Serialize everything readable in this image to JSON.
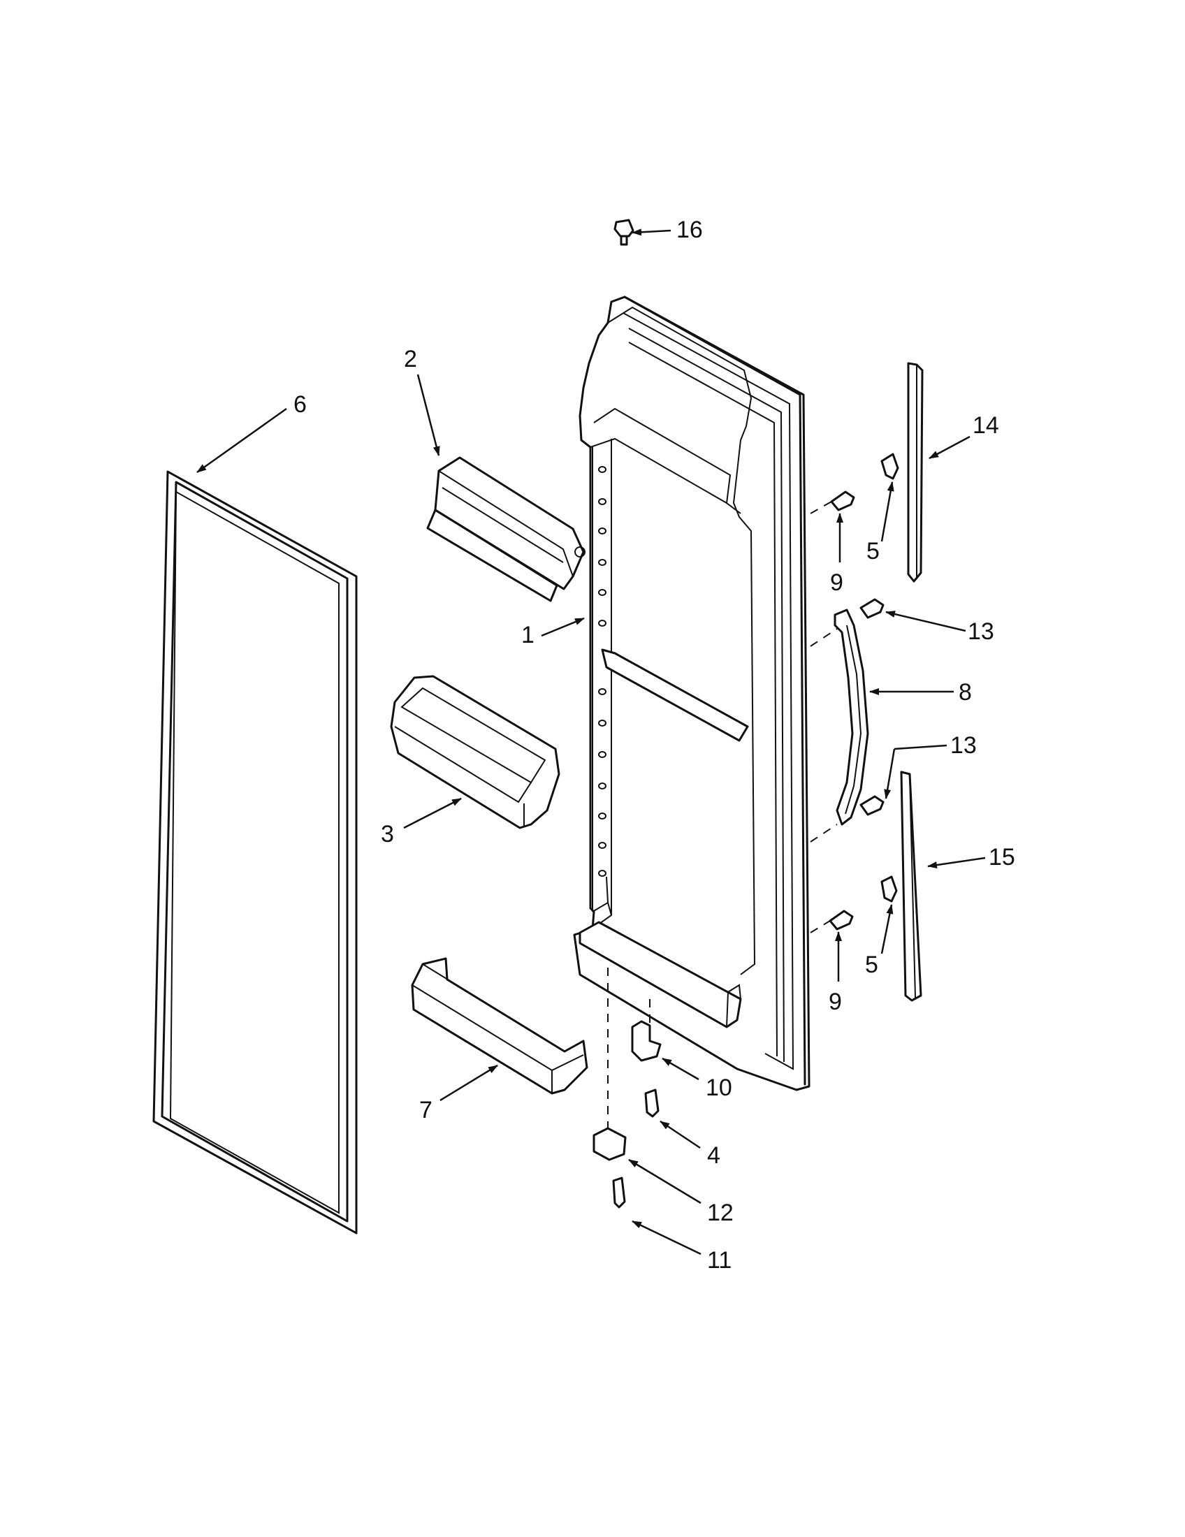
{
  "callouts": [
    {
      "id": "c1",
      "text": "1"
    },
    {
      "id": "c2",
      "text": "2"
    },
    {
      "id": "c3",
      "text": "3"
    },
    {
      "id": "c4",
      "text": "4"
    },
    {
      "id": "c5a",
      "text": "5"
    },
    {
      "id": "c5b",
      "text": "5"
    },
    {
      "id": "c6",
      "text": "6"
    },
    {
      "id": "c7",
      "text": "7"
    },
    {
      "id": "c8",
      "text": "8"
    },
    {
      "id": "c9a",
      "text": "9"
    },
    {
      "id": "c9b",
      "text": "9"
    },
    {
      "id": "c10",
      "text": "10"
    },
    {
      "id": "c11",
      "text": "11"
    },
    {
      "id": "c12",
      "text": "12"
    },
    {
      "id": "c13a",
      "text": "13"
    },
    {
      "id": "c13b",
      "text": "13"
    },
    {
      "id": "c14",
      "text": "14"
    },
    {
      "id": "c15",
      "text": "15"
    },
    {
      "id": "c16",
      "text": "16"
    }
  ]
}
